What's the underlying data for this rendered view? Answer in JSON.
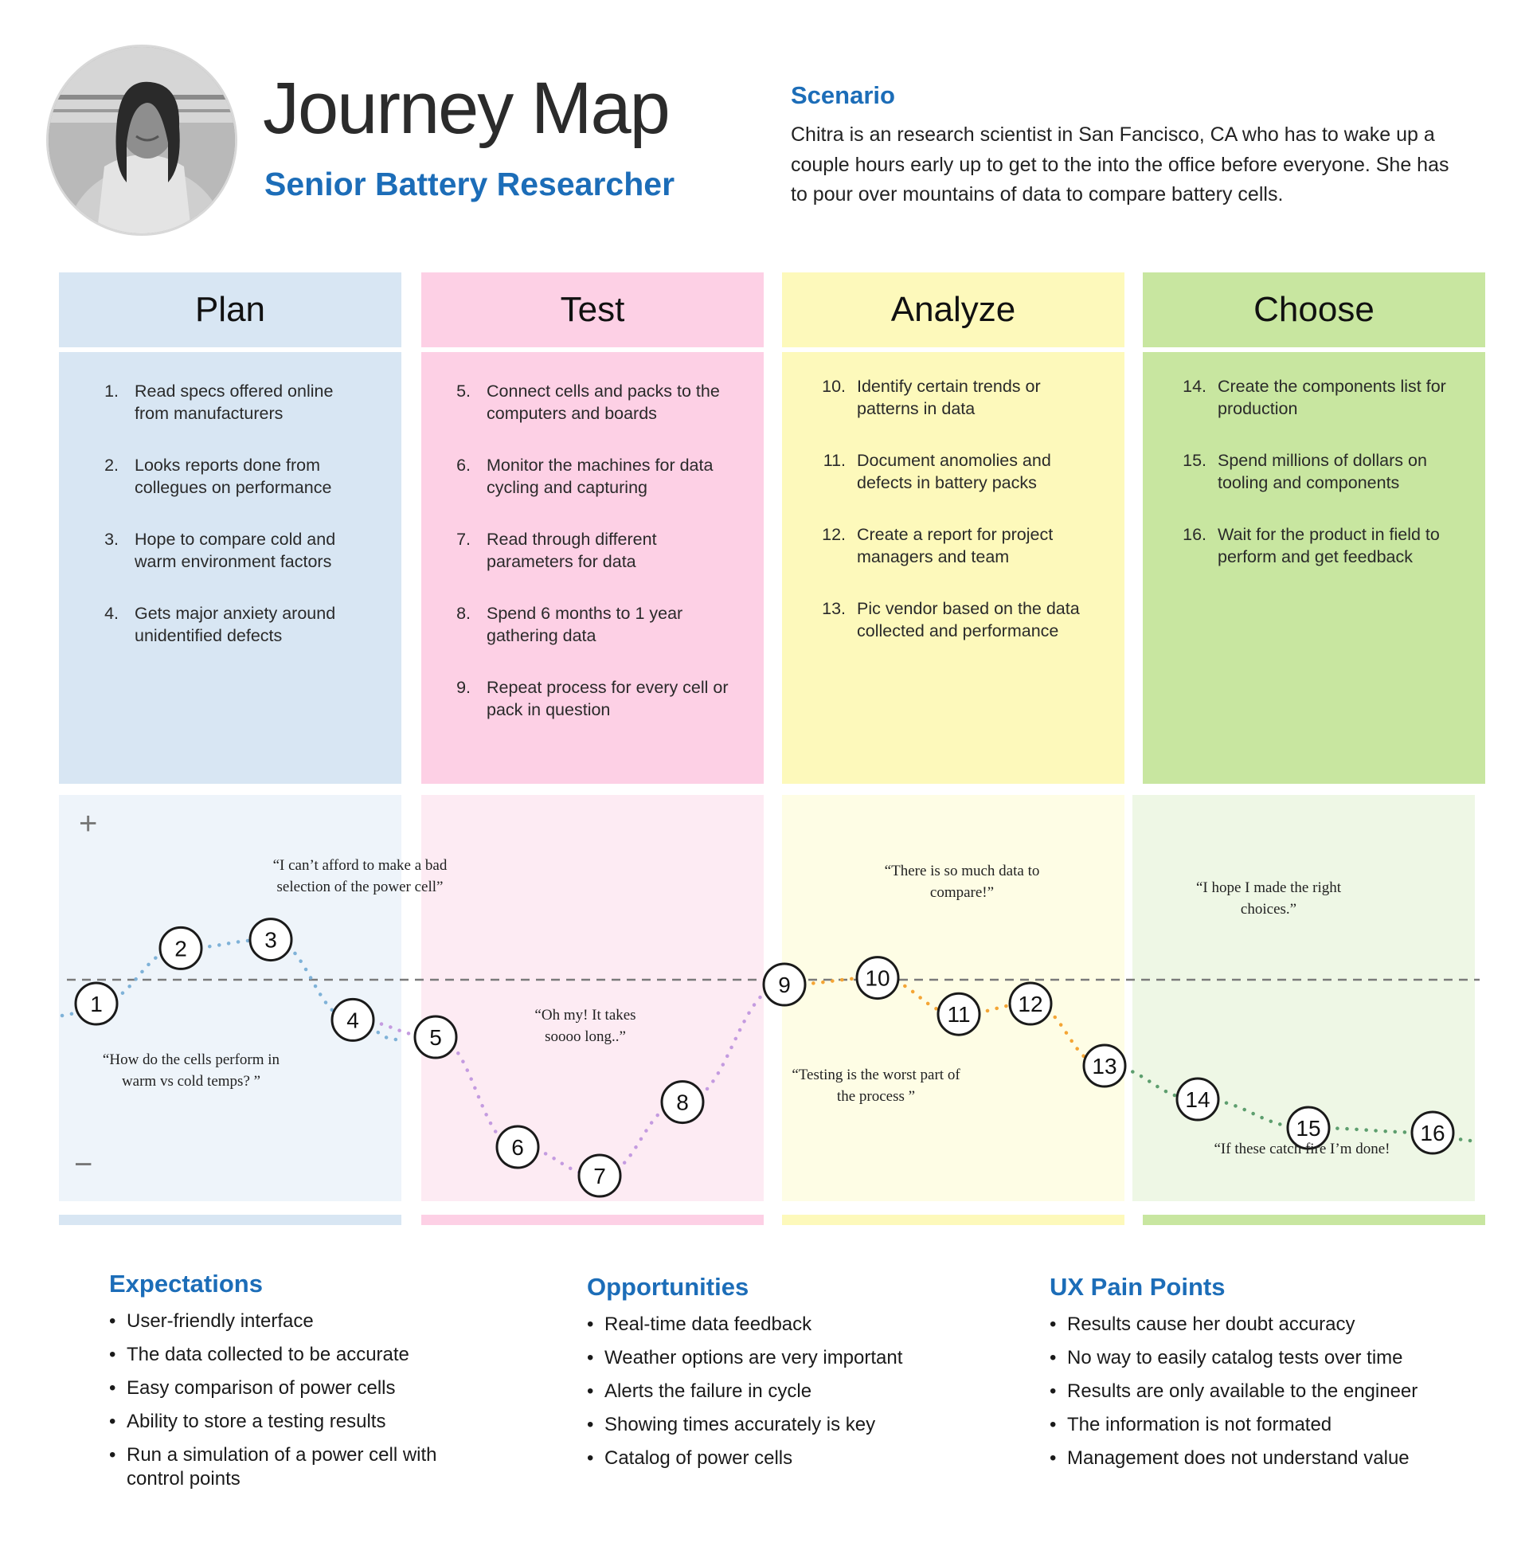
{
  "header": {
    "title": "Journey Map",
    "subtitle": "Senior Battery Researcher",
    "scenario_title": "Scenario",
    "scenario_text": "Chitra is an research scientist in San Fancisco, CA who has to wake up a couple hours early up to get to the into the office before everyone. She has to pour over mountains of data to compare battery cells."
  },
  "phases": [
    {
      "name": "Plan",
      "color": "#d8e6f3",
      "light_color": "#eef4fa",
      "line_color": "#7fb2d8",
      "steps": [
        {
          "num": "1.",
          "text": "Read specs offered online from manufacturers"
        },
        {
          "num": "2.",
          "text": "Looks reports done from collegues on performance"
        },
        {
          "num": "3.",
          "text": "Hope to compare cold and warm environment factors"
        },
        {
          "num": "4.",
          "text": "Gets major anxiety around unidentified defects"
        }
      ]
    },
    {
      "name": "Test",
      "color": "#fdd0e5",
      "light_color": "#fdebf3",
      "line_color": "#c49be0",
      "steps": [
        {
          "num": "5.",
          "text": "Connect cells and packs to the computers and boards"
        },
        {
          "num": "6.",
          "text": "Monitor the machines for data cycling and capturing"
        },
        {
          "num": "7.",
          "text": "Read through different parameters for data"
        },
        {
          "num": "8.",
          "text": "Spend 6 months to 1 year gathering data"
        },
        {
          "num": "9.",
          "text": "Repeat process for every cell or pack in question"
        }
      ]
    },
    {
      "name": "Analyze",
      "color": "#fdf9bb",
      "light_color": "#fefde5",
      "line_color": "#f4a535",
      "steps": [
        {
          "num": "10.",
          "text": "Identify certain trends or patterns in data"
        },
        {
          "num": "11.",
          "text": "Document anomolies and defects in battery packs"
        },
        {
          "num": "12.",
          "text": "Create a report for project managers and team"
        },
        {
          "num": "13.",
          "text": "Pic vendor based on the data collected and performance"
        }
      ]
    },
    {
      "name": "Choose",
      "color": "#c8e6a0",
      "light_color": "#eef7e5",
      "line_color": "#5d9e6e",
      "steps": [
        {
          "num": "14.",
          "text": "Create the components list for production"
        },
        {
          "num": "15.",
          "text": "Spend millions of dollars on tooling and components"
        },
        {
          "num": "16.",
          "text": "Wait for the product in field to perform and get feedback"
        }
      ]
    }
  ],
  "emotion": {
    "plus_symbol": "+",
    "minus_symbol": "−",
    "points": [
      {
        "label": "1",
        "value": -0.25
      },
      {
        "label": "2",
        "value": 0.33
      },
      {
        "label": "3",
        "value": 0.42
      },
      {
        "label": "4",
        "value": -0.42
      },
      {
        "label": "5",
        "value": -0.6
      },
      {
        "label": "6",
        "value": -1.75
      },
      {
        "label": "7",
        "value": -2.05
      },
      {
        "label": "8",
        "value": -1.28
      },
      {
        "label": "9",
        "value": -0.05
      },
      {
        "label": "10",
        "value": 0.02
      },
      {
        "label": "11",
        "value": -0.36
      },
      {
        "label": "12",
        "value": -0.25
      },
      {
        "label": "13",
        "value": -0.9
      },
      {
        "label": "14",
        "value": -1.25
      },
      {
        "label": "15",
        "value": -1.55
      },
      {
        "label": "16",
        "value": -1.6
      }
    ],
    "quotes": [
      {
        "lines": [
          "“I can’t afford to make a bad",
          "selection of the power cell”"
        ]
      },
      {
        "lines": [
          "“How do the cells perform in",
          "warm vs cold temps? ”"
        ]
      },
      {
        "lines": [
          "“Oh my! It takes",
          "soooo long..”"
        ]
      },
      {
        "lines": [
          "“There is so much data to",
          "compare!”"
        ]
      },
      {
        "lines": [
          "“Testing is the worst part of",
          "the process ”"
        ]
      },
      {
        "lines": [
          "“I hope I made the right",
          "choices.”"
        ]
      },
      {
        "lines": [
          "“If these catch fire I’m done!"
        ]
      }
    ]
  },
  "lists": [
    {
      "title": "Expectations",
      "items": [
        "User-friendly interface",
        "The data collected to be accurate",
        "Easy comparison of power cells",
        "Ability to store a testing results",
        "Run a simulation of a power cell with control points"
      ]
    },
    {
      "title": "Opportunities",
      "items": [
        "Real-time data feedback",
        "Weather options are very important",
        "Alerts the failure in cycle",
        "Showing times accurately is key",
        "Catalog of power cells"
      ]
    },
    {
      "title": "UX Pain Points",
      "items": [
        "Results cause her doubt accuracy",
        "No way to easily catalog tests over time",
        "Results are only available to the engineer",
        "The information is not formated",
        "Management does not understand value"
      ]
    }
  ]
}
